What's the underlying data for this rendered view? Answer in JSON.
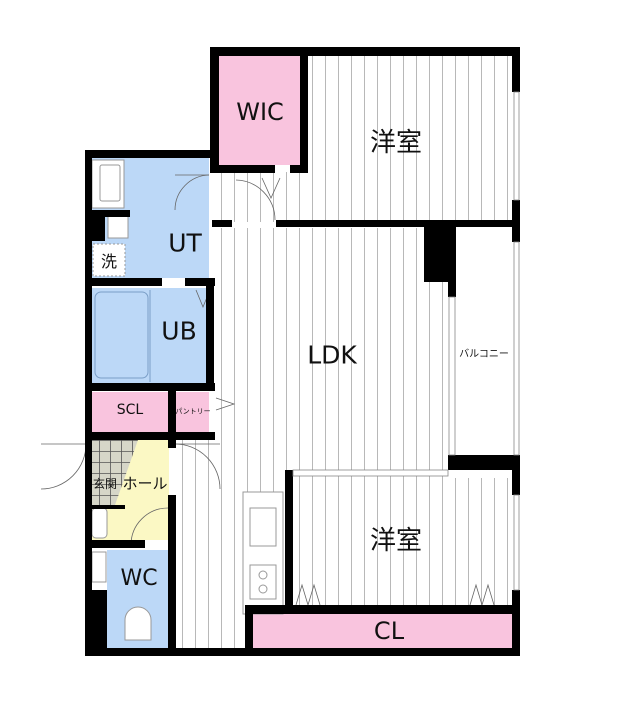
{
  "floorplan": {
    "colors": {
      "wall": "#000000",
      "closet_pink": "#f9c4de",
      "wet_blue": "#bcd8f7",
      "entry_yellow": "#fbf8c4",
      "floor_lines": "#b8b8b8",
      "tile": "#d6d6c8"
    },
    "rooms": [
      {
        "id": "wic",
        "label": "WIC"
      },
      {
        "id": "western1",
        "label": "洋室"
      },
      {
        "id": "ut",
        "label": "UT"
      },
      {
        "id": "washer",
        "label": "洗"
      },
      {
        "id": "ub",
        "label": "UB"
      },
      {
        "id": "ldk",
        "label": "LDK"
      },
      {
        "id": "balcony",
        "label": "バルコニー"
      },
      {
        "id": "scl",
        "label": "SCL"
      },
      {
        "id": "pantry",
        "label": "パントリー"
      },
      {
        "id": "entrance",
        "label": "玄関"
      },
      {
        "id": "hall",
        "label": "ホール"
      },
      {
        "id": "wc",
        "label": "WC"
      },
      {
        "id": "western2",
        "label": "洋室"
      },
      {
        "id": "cl",
        "label": "CL"
      }
    ]
  }
}
